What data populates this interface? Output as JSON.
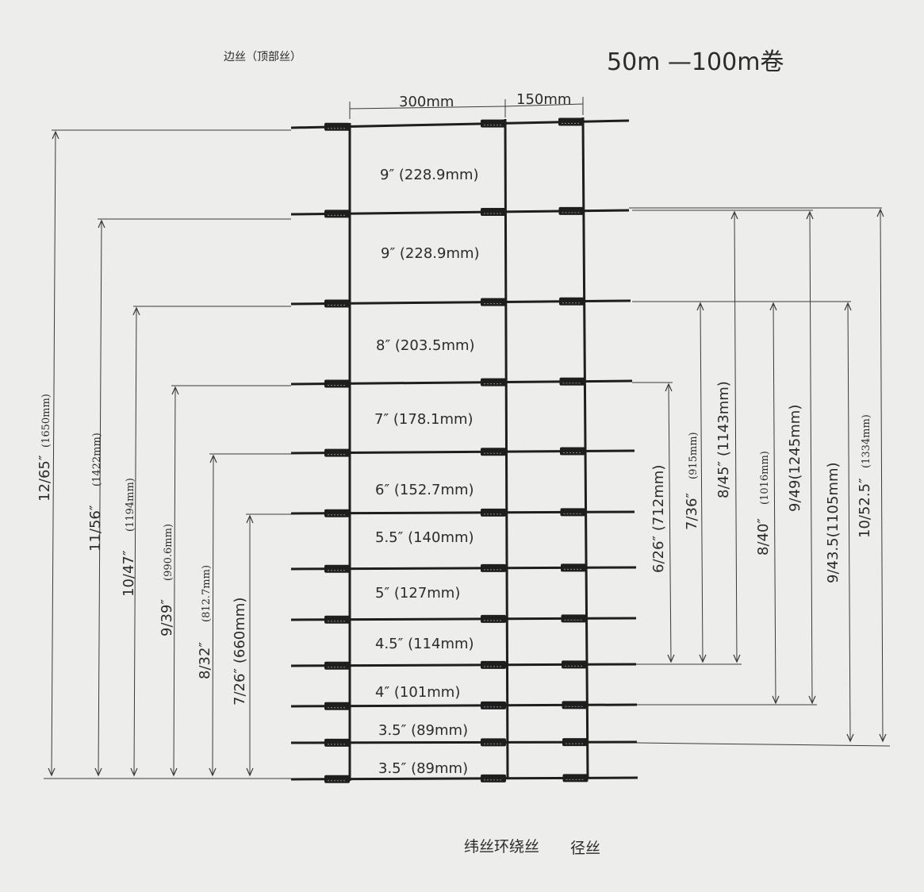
{
  "title": "50m —100m卷",
  "top_wire_label": "边丝（顶部丝）",
  "legend": {
    "weft_label": "纬丝环绕丝",
    "warp_label": "径丝"
  },
  "spacing_top": {
    "left": "300mm",
    "right": "150mm"
  },
  "gaps": [
    "9″ (228.9mm)",
    "9″ (228.9mm)",
    "8″ (203.5mm)",
    "7″ (178.1mm)",
    "6″ (152.7mm)",
    "5.5″ (140mm)",
    "5″ (127mm)",
    "4.5″ (114mm)",
    "4″ (101mm)",
    "3.5″ (89mm)",
    "3.5″ (89mm)"
  ],
  "left_dims": [
    {
      "main": "12/65″",
      "sub": "(1650mm)"
    },
    {
      "main": "11/56″",
      "sub": "(1422mm)"
    },
    {
      "main": "10/47″",
      "sub": "(1194mm)"
    },
    {
      "main": "9/39″",
      "sub": "(990.6mm)"
    },
    {
      "main": "8/32″",
      "sub": "(812.7mm)"
    },
    {
      "main": "7/26″ (660mm)",
      "sub": ""
    }
  ],
  "right_dims": [
    {
      "main": "6/26″ (712mm)",
      "sub": ""
    },
    {
      "main": "7/36″",
      "sub": "(915mm)"
    },
    {
      "main": "8/45″ (1143mm)",
      "sub": ""
    },
    {
      "main": "8/40″",
      "sub": "(1016mm)"
    },
    {
      "main": "9/49(1245mm)",
      "sub": ""
    },
    {
      "main": "9/43.5(1105mm)",
      "sub": ""
    },
    {
      "main": "10/52.5″",
      "sub": "(1334mm)"
    }
  ]
}
